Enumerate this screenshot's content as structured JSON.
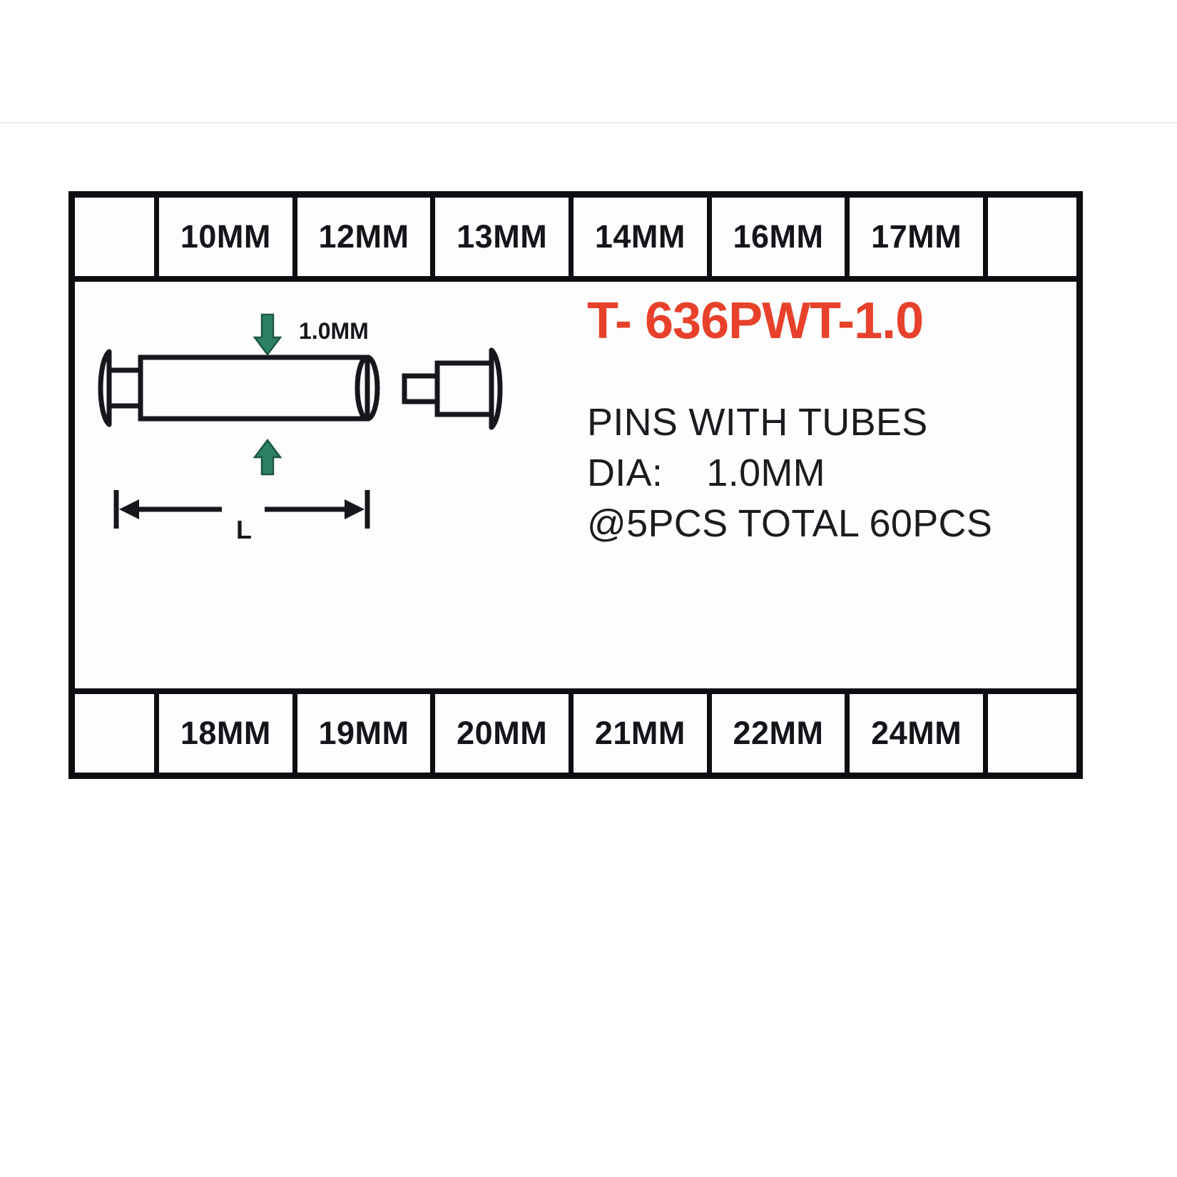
{
  "card": {
    "sizes_top": [
      "10MM",
      "12MM",
      "13MM",
      "14MM",
      "16MM",
      "17MM"
    ],
    "sizes_bottom": [
      "18MM",
      "19MM",
      "20MM",
      "21MM",
      "22MM",
      "24MM"
    ],
    "product_code": "T- 636PWT-1.0",
    "product_code_color": "#E8412B",
    "spec_lines": [
      "PINS WITH TUBES",
      "DIA:    1.0MM",
      "@5PCS TOTAL 60PCS"
    ],
    "drawing": {
      "diameter_label": "1.0MM",
      "length_label": "L",
      "arrow_color": "#2E8062",
      "line_color": "#16161c"
    }
  }
}
